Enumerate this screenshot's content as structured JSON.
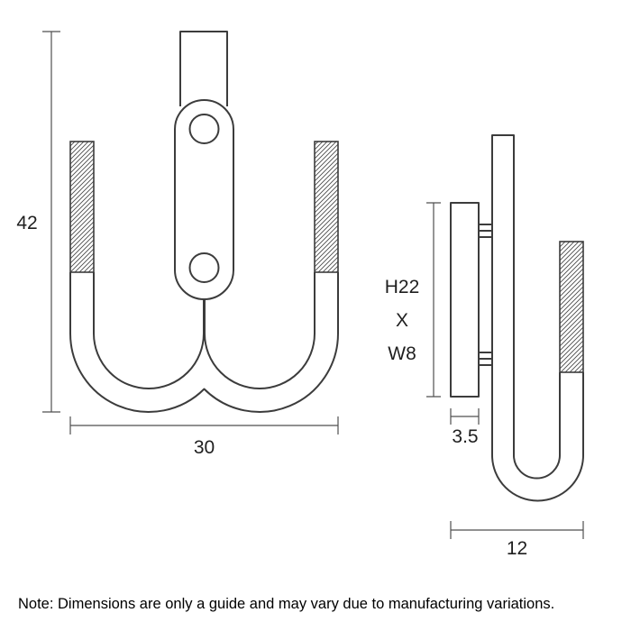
{
  "drawing": {
    "type": "technical-dimension-drawing",
    "subject": "double hook wall fixture, front and side views"
  },
  "front_view": {
    "height_label": "42",
    "width_label": "30"
  },
  "side_view": {
    "plate_size_line1": "H22",
    "plate_size_line2": "X",
    "plate_size_line3": "W8",
    "plate_depth_label": "3.5",
    "depth_label": "12"
  },
  "note": "Note: Dimensions are only a guide and may vary due to manufacturing variations.",
  "colors": {
    "line": "#3c3c3c",
    "dimension_line": "#4f4f4f",
    "text": "#1f1f1f",
    "background": "#ffffff"
  }
}
